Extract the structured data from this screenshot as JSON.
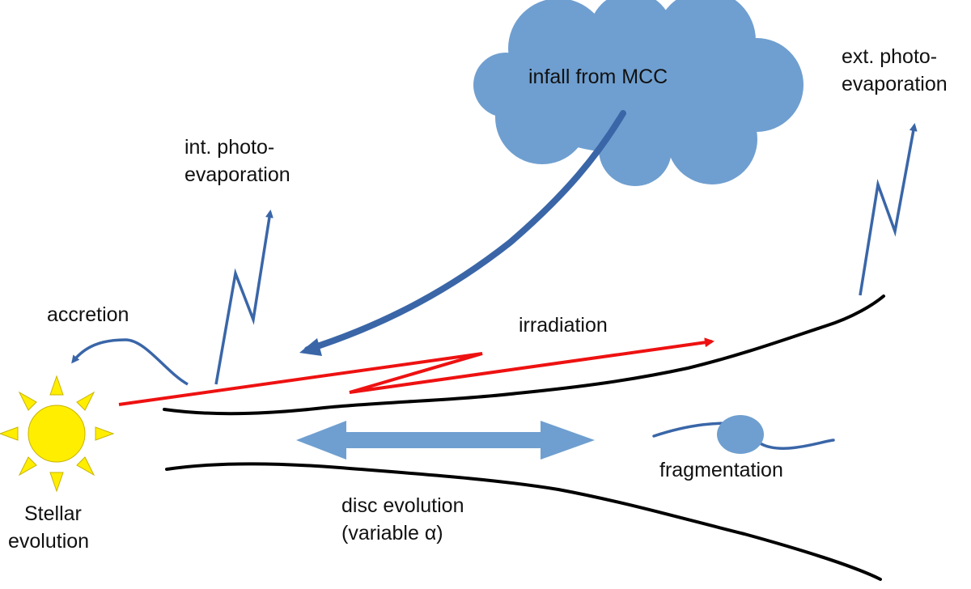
{
  "labels": {
    "infall": "infall from MCC",
    "ext_photo_1": "ext. photo-",
    "ext_photo_2": "evaporation",
    "int_photo_1": "int. photo-",
    "int_photo_2": "evaporation",
    "accretion": "accretion",
    "irradiation": "irradiation",
    "fragmentation": "fragmentation",
    "stellar_1": "Stellar",
    "stellar_2": "evolution",
    "disc_1": "disc evolution",
    "disc_2": "(variable α)"
  },
  "colors": {
    "sun": "#ffee00",
    "cloud": "#6f9fd0",
    "arrow_blue": "#3a66a8",
    "arrow_light": "#6f9fd0",
    "irradiation": "#ee1111",
    "disc": "#000000"
  }
}
